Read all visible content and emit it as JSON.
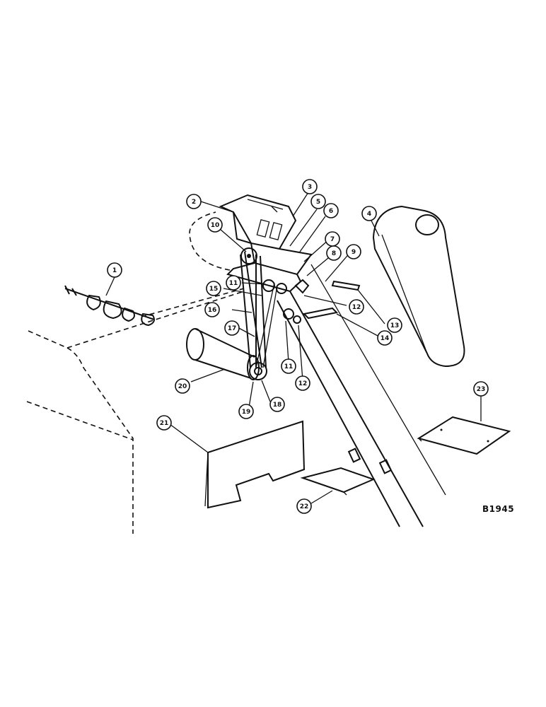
{
  "figure_code": "B1945",
  "callouts": [
    "1",
    "2",
    "3",
    "4",
    "5",
    "6",
    "7",
    "8",
    "9",
    "10",
    "11",
    "11",
    "12",
    "12",
    "13",
    "14",
    "15",
    "16",
    "17",
    "18",
    "19",
    "20",
    "21",
    "22",
    "23"
  ],
  "colors": {
    "ink": "#111111",
    "paper": "#ffffff"
  }
}
